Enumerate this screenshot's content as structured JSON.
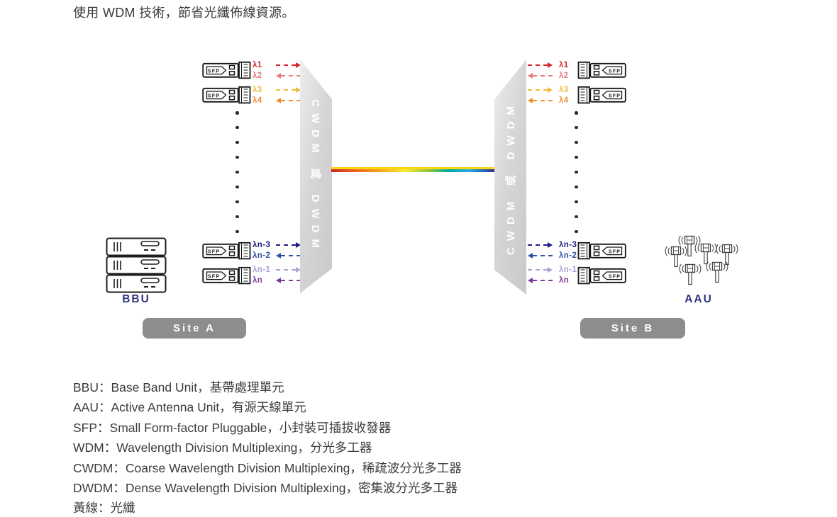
{
  "title": "使用 WDM 技術，節省光纖佈線資源。",
  "colors": {
    "navy_label": "#2d3380",
    "site_badge_bg": "#8d8d8d",
    "site_badge_text": "#ffffff",
    "mux_body": "#d6d6d6",
    "mux_text": "#ffffff",
    "dot": "#2b2b2b",
    "fiber_top_line": "#f9d616",
    "fiber_gradient": [
      "#c1272d",
      "#f15a24",
      "#f7931e",
      "#f9ed32",
      "#8cc63f",
      "#00a99d",
      "#29abe2",
      "#2e3192"
    ]
  },
  "site_a": {
    "device_label": "BBU",
    "site_label": "Site A",
    "mux_label": "CWDM 或 DWDM",
    "sfp_label": "SFP"
  },
  "site_b": {
    "device_label": "AAU",
    "site_label": "Site B",
    "mux_label": "CWDM 或 DWDM",
    "sfp_label": "SFP"
  },
  "wavelengths": {
    "top": [
      {
        "label": "λ1",
        "color": "#d6252c",
        "direction": "right"
      },
      {
        "label": "λ2",
        "color": "#e97a80",
        "direction": "left"
      },
      {
        "label": "λ3",
        "color": "#eebc39",
        "direction": "right"
      },
      {
        "label": "λ4",
        "color": "#ef8f2f",
        "direction": "left"
      }
    ],
    "bottom": [
      {
        "label": "λn-3",
        "color": "#1f1d85",
        "direction": "right"
      },
      {
        "label": "λn-2",
        "color": "#3050a5",
        "direction": "left"
      },
      {
        "label": "λn-1",
        "color": "#a7a3d8",
        "direction": "right"
      },
      {
        "label": "λn",
        "color": "#7a3d99",
        "direction": "left"
      }
    ]
  },
  "legend": {
    "lines": [
      "BBU：Base Band Unit，基帶處理單元",
      "AAU：Active Antenna Unit，有源天線單元",
      "SFP：Small Form-factor Pluggable，小封裝可插拔收發器",
      "WDM：Wavelength Division Multiplexing，分光多工器",
      "CWDM：Coarse Wavelength Division Multiplexing，稀疏波分光多工器",
      "DWDM：Dense Wavelength Division Multiplexing，密集波分光多工器",
      "黃線：光纖"
    ]
  }
}
